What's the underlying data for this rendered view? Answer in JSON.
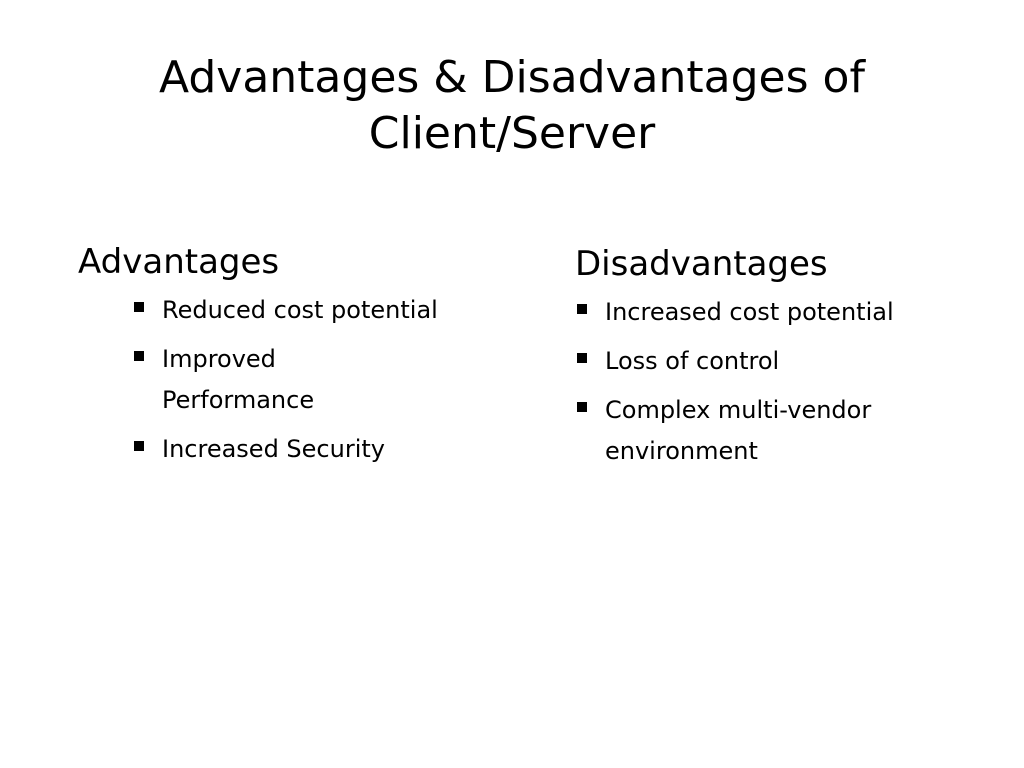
{
  "slide": {
    "title_line1": "Advantages & Disadvantages of",
    "title_line2": "Client/Server",
    "advantages": {
      "heading": "Advantages",
      "items": [
        {
          "text": "Reduced cost potential"
        },
        {
          "text": "Improved Performance"
        },
        {
          "text": "Increased Security"
        }
      ]
    },
    "disadvantages": {
      "heading": "Disadvantages",
      "items": [
        {
          "text": "Increased cost potential"
        },
        {
          "text": "Loss of control"
        },
        {
          "text": "Complex multi-vendor environment"
        }
      ]
    },
    "bullet_color": "#000000",
    "background_color": "#ffffff"
  }
}
